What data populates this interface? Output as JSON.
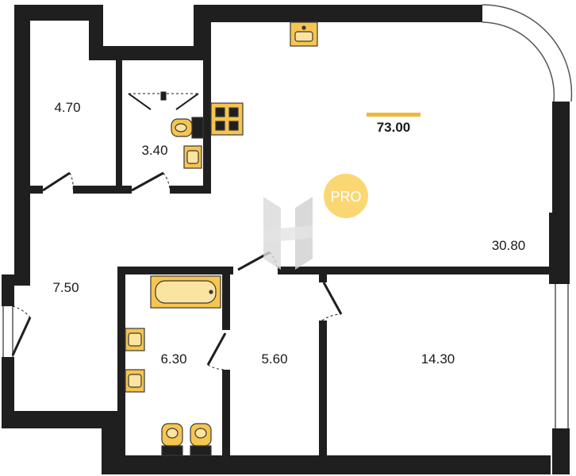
{
  "plan": {
    "total_area": "73.00",
    "rooms": [
      {
        "id": "storage",
        "area": "4.70"
      },
      {
        "id": "wc",
        "area": "3.40"
      },
      {
        "id": "living-kitchen",
        "area": "30.80"
      },
      {
        "id": "hall",
        "area": "7.50"
      },
      {
        "id": "bathroom",
        "area": "6.30"
      },
      {
        "id": "closet",
        "area": "5.60"
      },
      {
        "id": "bedroom",
        "area": "14.30"
      }
    ]
  },
  "watermark": {
    "badge_text": "PRO"
  },
  "colors": {
    "wall": "#1f1f1f",
    "fixture": "#f5c54f",
    "fixture_stroke": "#3a3a3a",
    "accent": "#f0b83a",
    "badge": "#fbd774",
    "watermark": "#d9d9d9"
  }
}
